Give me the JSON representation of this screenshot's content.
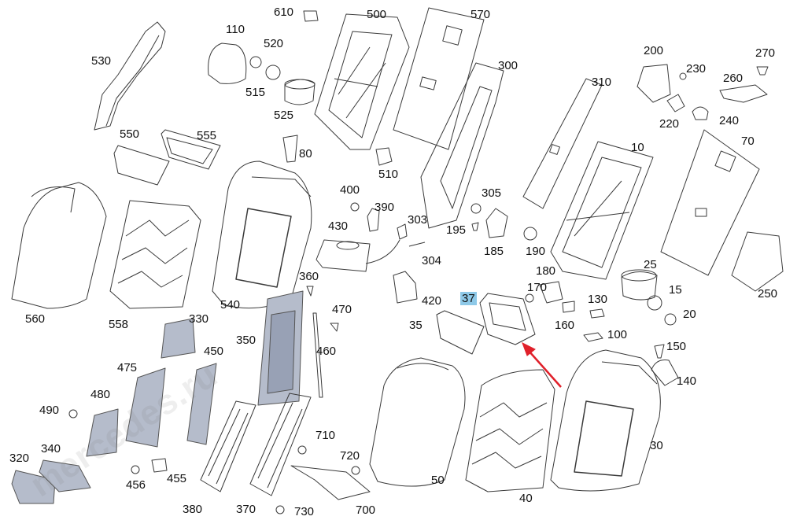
{
  "watermark": "mercedes.ru",
  "highlighted_part": "37",
  "callouts": {
    "c610": "610",
    "c500": "500",
    "c570": "570",
    "c110": "110",
    "c530": "530",
    "c520": "520",
    "c515": "515",
    "c525": "525",
    "c300": "300",
    "c310": "310",
    "c200": "200",
    "c230": "230",
    "c270": "270",
    "c260": "260",
    "c220": "220",
    "c240": "240",
    "c550": "550",
    "c555": "555",
    "c80": "80",
    "c510": "510",
    "c10": "10",
    "c70": "70",
    "c400": "400",
    "c390": "390",
    "c303": "303",
    "c305": "305",
    "c430": "430",
    "c304": "304",
    "c195": "195",
    "c185": "185",
    "c190": "190",
    "c560": "560",
    "c558": "558",
    "c540": "540",
    "c360": "360",
    "c470": "470",
    "c25": "25",
    "c250": "250",
    "c420": "420",
    "c37": "37",
    "c170": "170",
    "c180": "180",
    "c130": "130",
    "c15": "15",
    "c35": "35",
    "c160": "160",
    "c100": "100",
    "c20": "20",
    "c330": "330",
    "c350": "350",
    "c450": "450",
    "c460": "460",
    "c150": "150",
    "c140": "140",
    "c475": "475",
    "c480": "480",
    "c490": "490",
    "c30": "30",
    "c710": "710",
    "c720": "720",
    "c340": "340",
    "c320": "320",
    "c456": "456",
    "c455": "455",
    "c50": "50",
    "c700": "700",
    "c40": "40",
    "c380": "380",
    "c370": "370",
    "c730": "730"
  },
  "colors": {
    "line": "#3a3a3a",
    "blue_fill": "#b5bccb",
    "blue_dark": "#98a1b5",
    "arrow": "#e0202a",
    "highlight": "#8ec9e8"
  }
}
